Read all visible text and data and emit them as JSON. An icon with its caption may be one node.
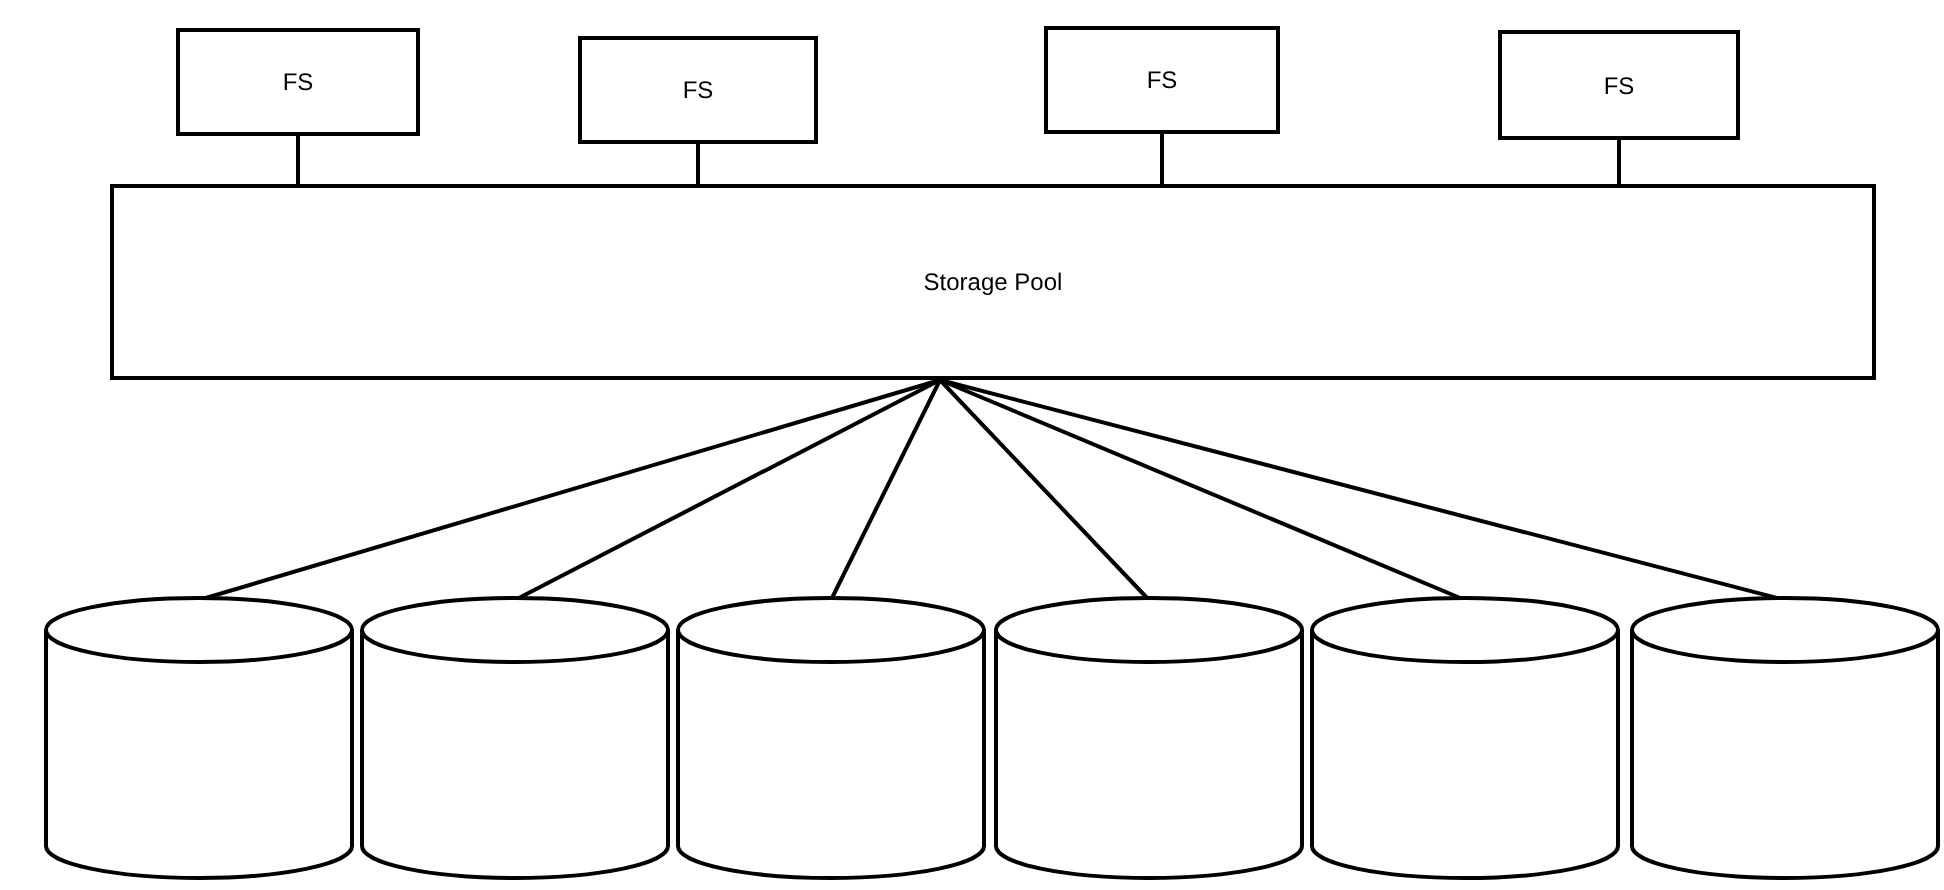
{
  "diagram": {
    "nodes": [
      {
        "text": [
          "FS"
        ]
      },
      {
        "text": [
          "FS"
        ]
      },
      {
        "text": [
          "FS"
        ]
      },
      {
        "text": [
          "FS"
        ]
      },
      {
        "text": [
          "Storage Pool"
        ]
      },
      {
        "text": [],
        "shape": "cylinder"
      },
      {
        "text": [],
        "shape": "cylinder"
      },
      {
        "text": [],
        "shape": "cylinder"
      },
      {
        "text": [],
        "shape": "cylinder"
      },
      {
        "text": [],
        "shape": "cylinder"
      },
      {
        "text": [],
        "shape": "cylinder"
      }
    ],
    "edges": [
      {
        "from": 0,
        "to": 4,
        "arrow": "none"
      },
      {
        "from": 1,
        "to": 4,
        "arrow": "none"
      },
      {
        "from": 2,
        "to": 4,
        "arrow": "none"
      },
      {
        "from": 3,
        "to": 4,
        "arrow": "none"
      },
      {
        "from": 4,
        "to": 5,
        "arrow": "none"
      },
      {
        "from": 4,
        "to": 6,
        "arrow": "none"
      },
      {
        "from": 4,
        "to": 7,
        "arrow": "none"
      },
      {
        "from": 4,
        "to": 8,
        "arrow": "none"
      },
      {
        "from": 4,
        "to": 9,
        "arrow": "none"
      },
      {
        "from": 4,
        "to": 10,
        "arrow": "none"
      }
    ]
  }
}
